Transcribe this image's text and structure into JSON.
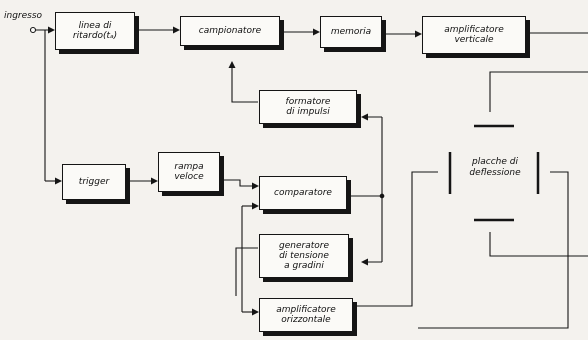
{
  "input_label": "ingresso",
  "blocks": {
    "delay_line": "linea di\nritardo(tₐ)",
    "sampler": "campionatore",
    "memory": "memoria",
    "vertical_amp": "amplificatore\nverticale",
    "pulse_former": "formatore\ndi impulsi",
    "trigger": "trigger",
    "fast_ramp": "rampa\nveloce",
    "comparator": "comparatore",
    "step_generator": "generatore\ndi tensione\na gradini",
    "horizontal_amp": "amplificatore\norizzontale"
  },
  "plates_label": "placche di\ndeflessione"
}
